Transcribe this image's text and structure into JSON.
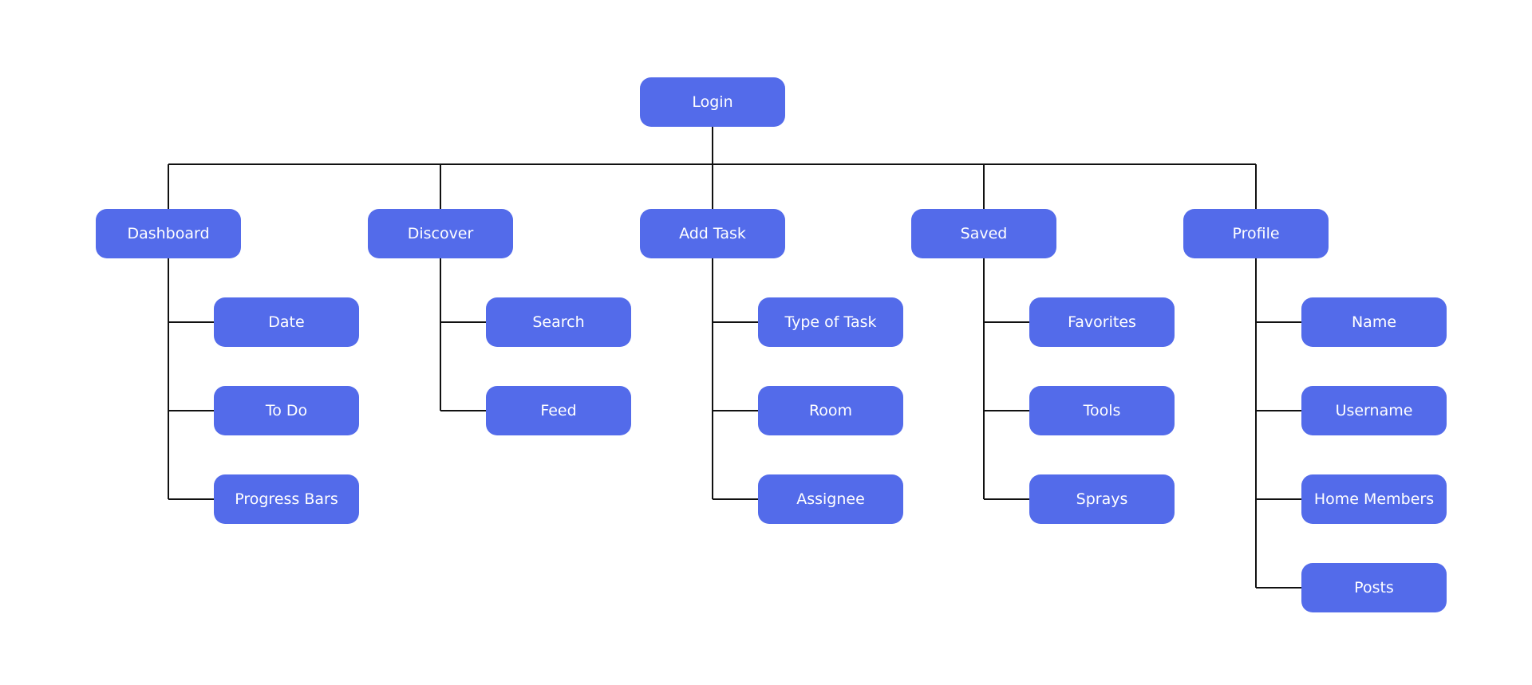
{
  "colors": {
    "node_fill": "#536bea",
    "node_text": "#ffffff",
    "connector": "#111111",
    "background": "#ffffff"
  },
  "root": {
    "label": "Login"
  },
  "sections": [
    {
      "label": "Dashboard",
      "children": [
        "Date",
        "To Do",
        "Progress Bars"
      ]
    },
    {
      "label": "Discover",
      "children": [
        "Search",
        "Feed"
      ]
    },
    {
      "label": "Add Task",
      "children": [
        "Type of Task",
        "Room",
        "Assignee"
      ]
    },
    {
      "label": "Saved",
      "children": [
        "Favorites",
        "Tools",
        "Sprays"
      ]
    },
    {
      "label": "Profile",
      "children": [
        "Name",
        "Username",
        "Home Members",
        "Posts"
      ]
    }
  ]
}
